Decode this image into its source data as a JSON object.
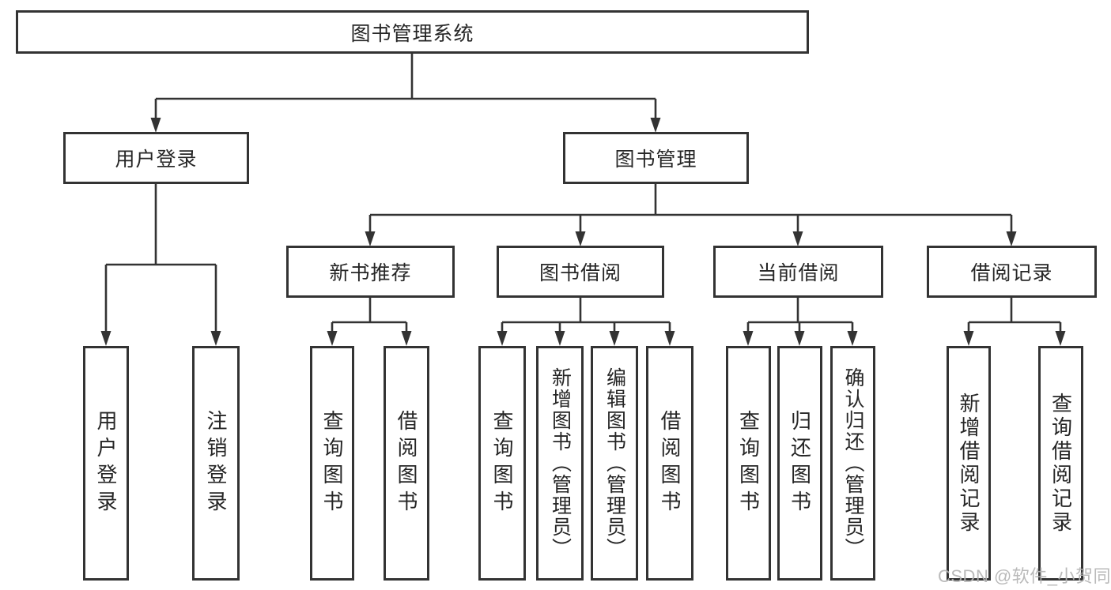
{
  "watermark": {
    "text": "CSDN @软件_小贺同学"
  },
  "colors": {
    "line": "#333333",
    "box_border": "#333333",
    "text": "#262626",
    "background": "#ffffff",
    "watermark": "#b5b5b5"
  },
  "tree": {
    "label": "图书管理系统",
    "children": [
      {
        "label": "用户登录",
        "children": [
          {
            "label": "用户登录"
          },
          {
            "label": "注销登录"
          }
        ]
      },
      {
        "label": "图书管理",
        "children": [
          {
            "label": "新书推荐",
            "children": [
              {
                "label": "查询图书"
              },
              {
                "label": "借阅图书"
              }
            ]
          },
          {
            "label": "图书借阅",
            "children": [
              {
                "label": "查询图书"
              },
              {
                "label": "新增图书（管理员）"
              },
              {
                "label": "编辑图书（管理员）"
              },
              {
                "label": "借阅图书"
              }
            ]
          },
          {
            "label": "当前借阅",
            "children": [
              {
                "label": "查询图书"
              },
              {
                "label": "归还图书"
              },
              {
                "label": "确认归还（管理员）"
              }
            ]
          },
          {
            "label": "借阅记录",
            "children": [
              {
                "label": "新增借阅记录"
              },
              {
                "label": "查询借阅记录"
              }
            ]
          }
        ]
      }
    ]
  }
}
